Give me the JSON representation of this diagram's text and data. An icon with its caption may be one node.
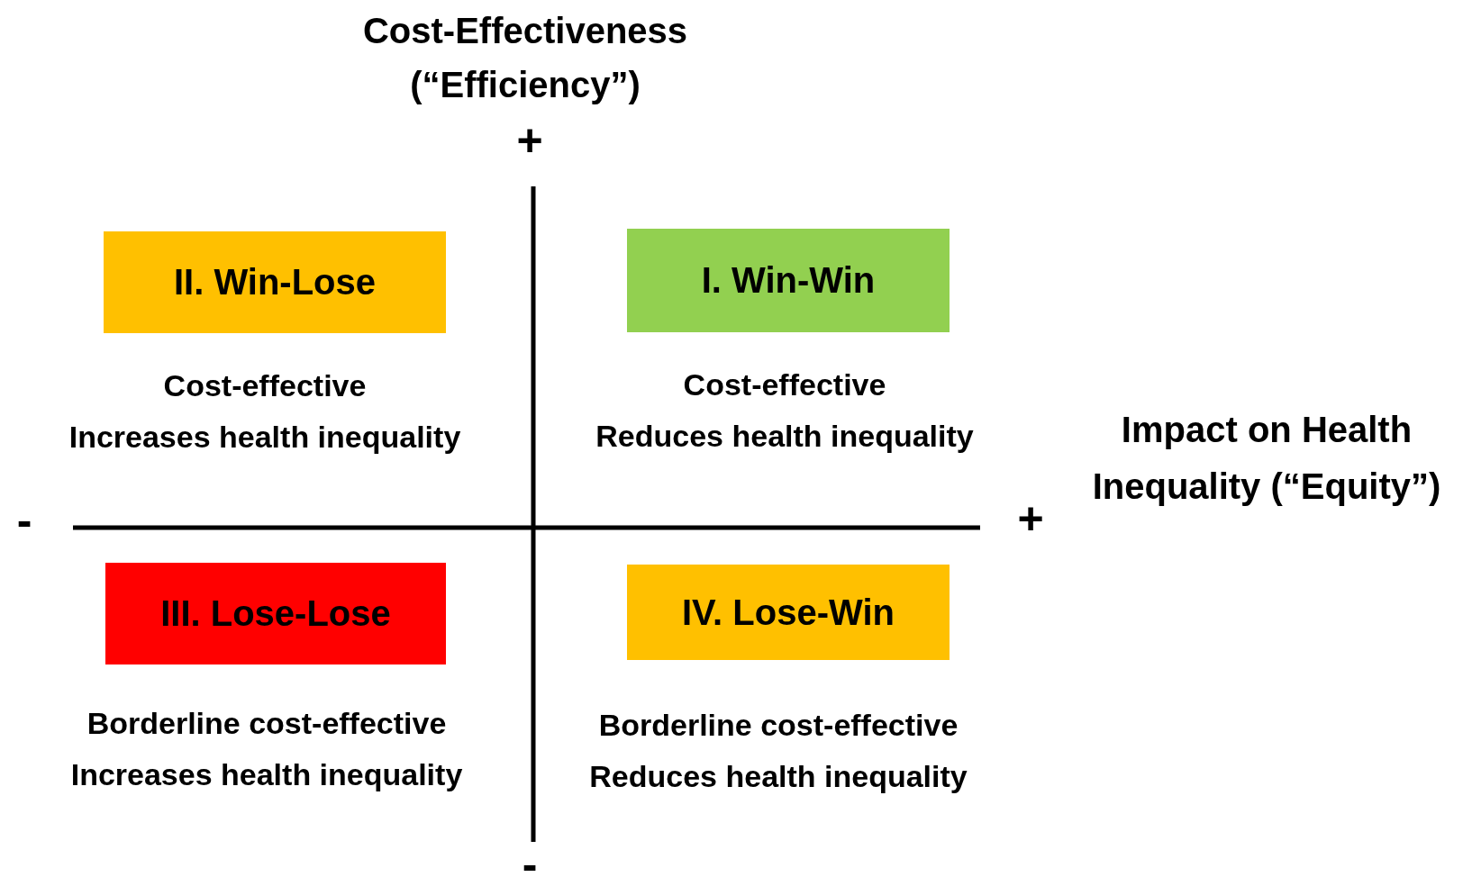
{
  "diagram": {
    "nodes": [
      {
        "text": [
          "II. Win-Lose"
        ],
        "beside": [
          "Cost-effective",
          "Increases health inequality"
        ]
      },
      {
        "text": [
          "I. Win-Win"
        ],
        "beside": [
          "Cost-effective",
          "Reduces health inequality"
        ]
      },
      {
        "text": [
          "III. Lose-Lose"
        ],
        "beside": [
          "Borderline cost-effective",
          "Increases health inequality"
        ]
      },
      {
        "text": [
          "IV. Lose-Win"
        ],
        "beside": [
          "Borderline cost-effective",
          "Reduces health inequality"
        ]
      }
    ],
    "labels": [
      "Cost-Effectiveness (“Efficiency”)",
      "+",
      "-",
      "+",
      "Impact on Health Inequality (“Equity”)",
      "-"
    ]
  }
}
